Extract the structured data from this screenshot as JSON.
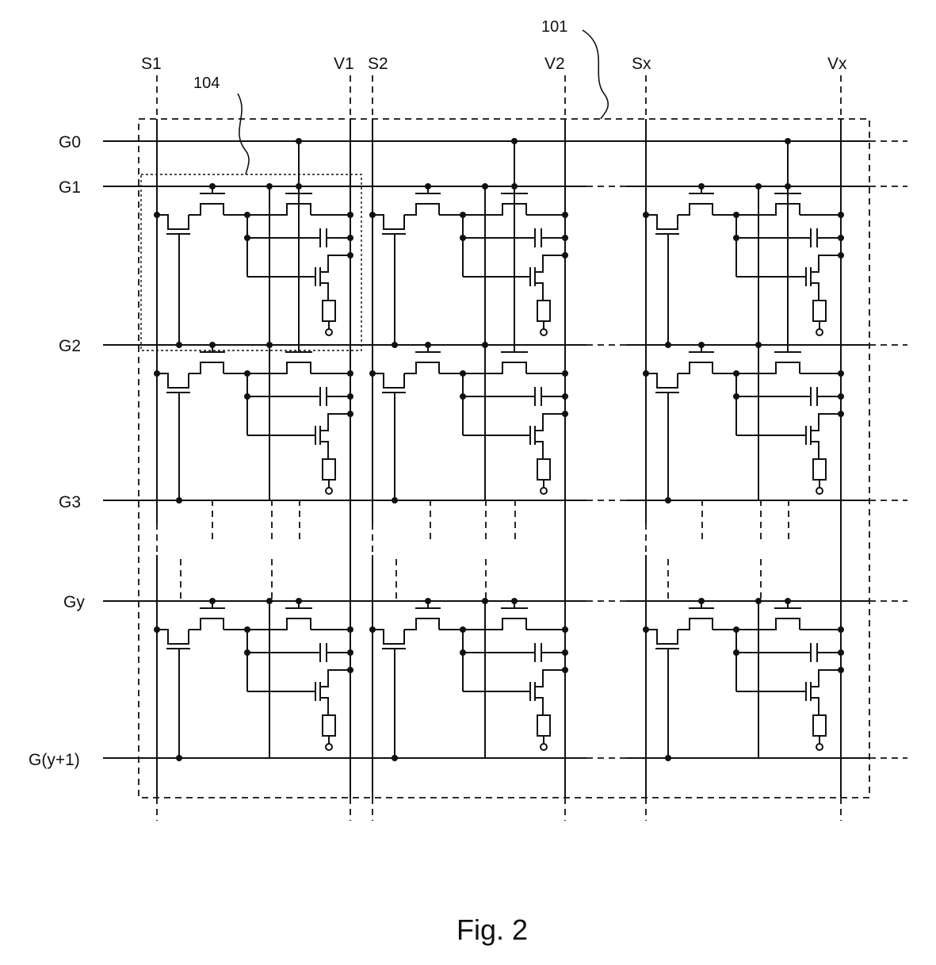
{
  "figure": {
    "caption": "Fig. 2",
    "ref_array": "101",
    "ref_pixel": "104"
  },
  "column_labels": [
    "S1",
    "V1",
    "S2",
    "V2",
    "Sx",
    "Vx"
  ],
  "row_labels": [
    "G0",
    "G1",
    "G2",
    "G3",
    "Gy",
    "G(y+1)"
  ]
}
